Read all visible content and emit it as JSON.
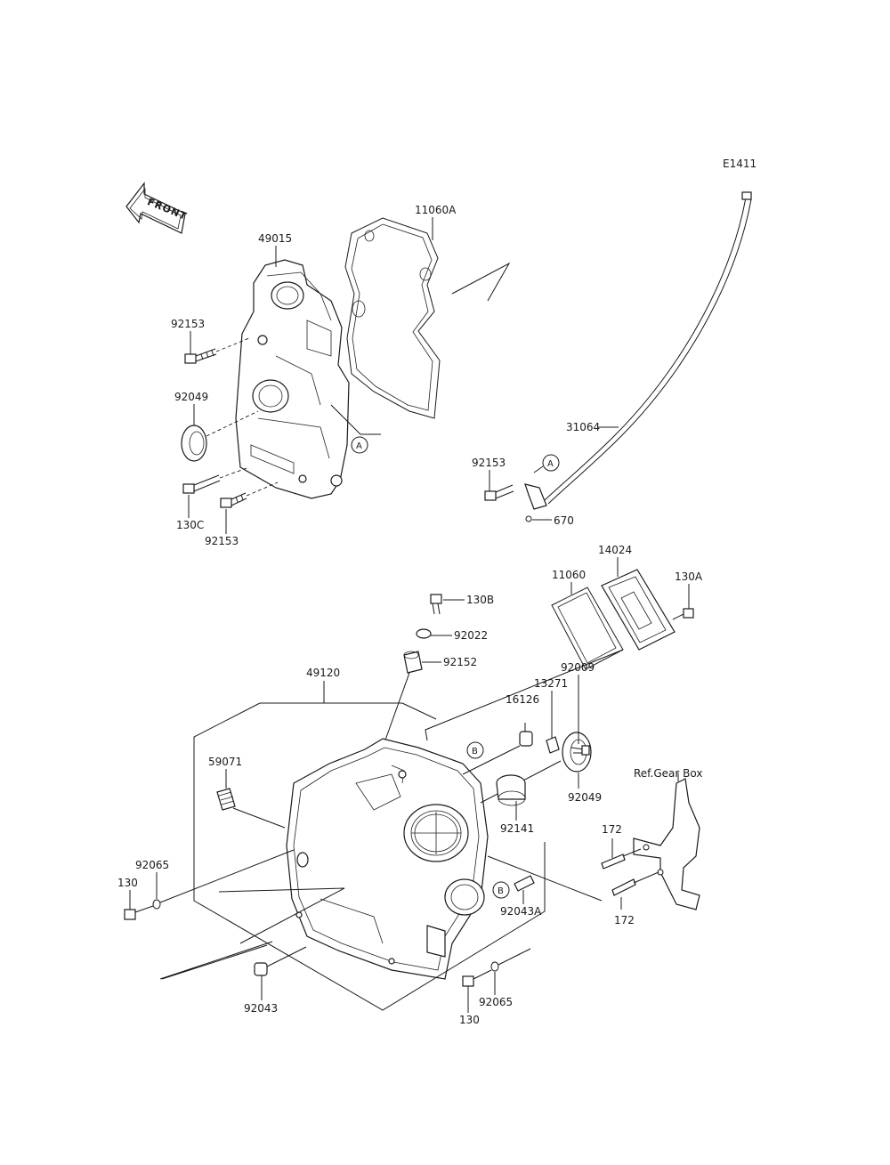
{
  "diagram_code": "E1411",
  "front_label": "FRONT",
  "callout_letters": {
    "a": "A",
    "b": "B"
  },
  "reference_note": "Ref.Gear Box",
  "parts": {
    "p49015": "49015",
    "p11060A": "11060A",
    "p92153_a": "92153",
    "p92049_a": "92049",
    "p130C": "130C",
    "p92153_b": "92153",
    "p31064": "31064",
    "p92153_c": "92153",
    "p670": "670",
    "p14024": "14024",
    "p11060": "11060",
    "p130A": "130A",
    "p130B": "130B",
    "p92022": "92022",
    "p92152": "92152",
    "p49120": "49120",
    "p92009": "92009",
    "p13271": "13271",
    "p16126": "16126",
    "p59071": "59071",
    "p92049_b": "92049",
    "p92141": "92141",
    "p172_a": "172",
    "p172_b": "172",
    "p92065_a": "92065",
    "p130_a": "130",
    "p92043A": "92043A",
    "p92043": "92043",
    "p130_b": "130",
    "p92065_b": "92065"
  }
}
